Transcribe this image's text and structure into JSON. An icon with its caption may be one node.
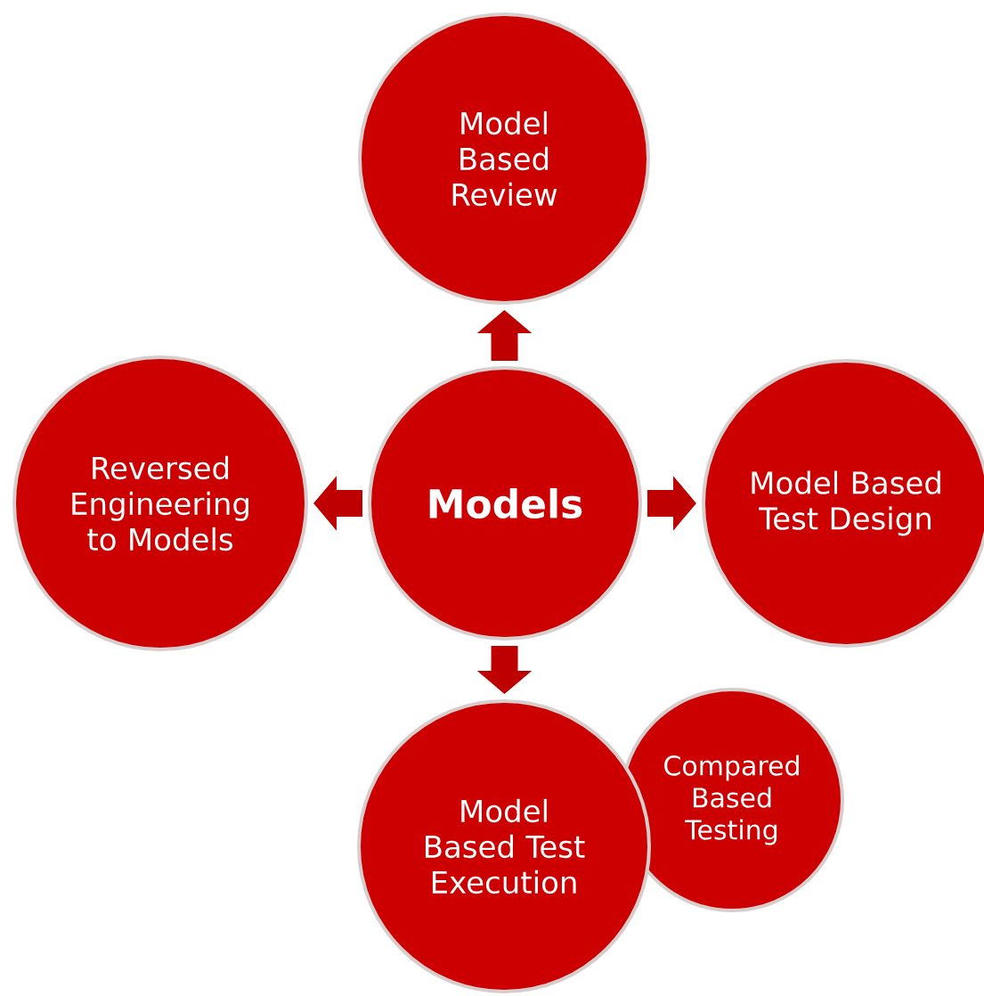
{
  "diagram": {
    "nodes": [
      {
        "text": [
          "Models"
        ]
      },
      {
        "text": [
          "Model Based Review"
        ]
      },
      {
        "text": [
          "Reversed Engineering to Models"
        ]
      },
      {
        "text": [
          "Model Based Test Design"
        ]
      },
      {
        "text": [
          "Model Based Test Execution"
        ]
      },
      {
        "text": [
          "Compared Based Testing"
        ]
      }
    ],
    "edges": [
      {
        "from": 0,
        "to": 1,
        "arrow": "to"
      },
      {
        "from": 0,
        "to": 2,
        "arrow": "to"
      },
      {
        "from": 0,
        "to": 3,
        "arrow": "to"
      },
      {
        "from": 0,
        "to": 4,
        "arrow": "to"
      }
    ]
  }
}
